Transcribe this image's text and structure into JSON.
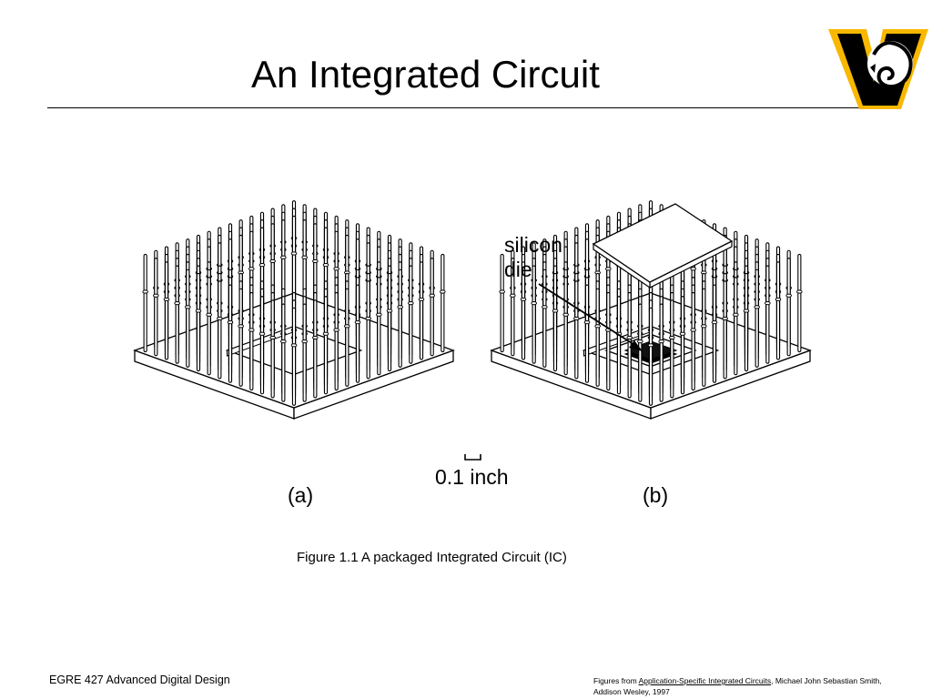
{
  "slide": {
    "title": "An Integrated Circuit"
  },
  "figure": {
    "callout_line1": "silicon",
    "callout_line2": "die",
    "scale_label": "0.1 inch",
    "label_a": "(a)",
    "label_b": "(b)",
    "caption": "Figure 1.1 A packaged Integrated Circuit (IC)"
  },
  "logo": {
    "icon": "vcu-ram-logo",
    "colors": {
      "gold": "#F8B800",
      "black": "#000000"
    }
  },
  "footer": {
    "course": "EGRE 427 Advanced Digital Design",
    "credit_prefix": "Figures from ",
    "credit_book": "Application-Specific Integrated Circuits",
    "credit_suffix": ", Michael John Sebastian Smith, Addison Wesley, 1997"
  }
}
